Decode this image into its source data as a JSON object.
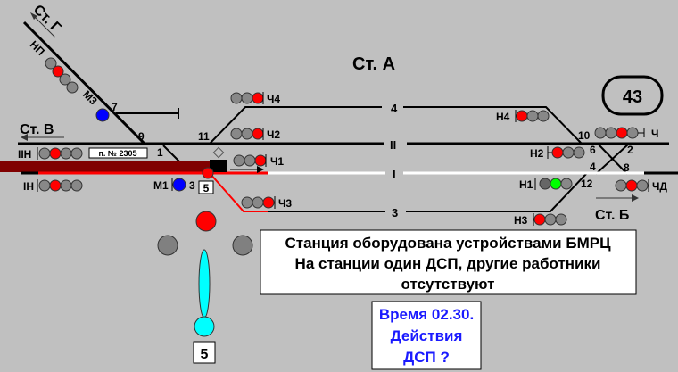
{
  "station": "Ст. А",
  "counter": "43",
  "directions": {
    "g": "Ст. Г",
    "v": "Ст. В",
    "b": "Ст. Б"
  },
  "tracks": {
    "t4": "4",
    "t2": "II",
    "t1": "I",
    "t3": "3"
  },
  "train": "п. № 2305",
  "switches": {
    "s1": "1",
    "s2": "2",
    "s3": "3",
    "s4": "4",
    "s6": "6",
    "s7": "7",
    "s8": "8",
    "s9": "9",
    "s10": "10",
    "s11": "11",
    "s12": "12"
  },
  "signals": {
    "np": "НП",
    "m3": "М3",
    "iin": "IIН",
    "in": "IН",
    "m1": "М1",
    "ch4": "Ч4",
    "ch2": "Ч2",
    "ch1": "Ч1",
    "ch3": "Ч3",
    "n4": "Н4",
    "ch": "Ч",
    "n2": "Н2",
    "n1": "Н1",
    "n3": "Н3",
    "chd": "ЧД"
  },
  "section_box": "5",
  "lever_box": "5",
  "info": {
    "line1": "Станция оборудована устройствами БМРЦ",
    "line2": "На станции один ДСП, другие работники",
    "line3": "отсутствуют"
  },
  "question": {
    "line1": "Время 02.30.",
    "line2": "Действия",
    "line3": "ДСП ?"
  }
}
